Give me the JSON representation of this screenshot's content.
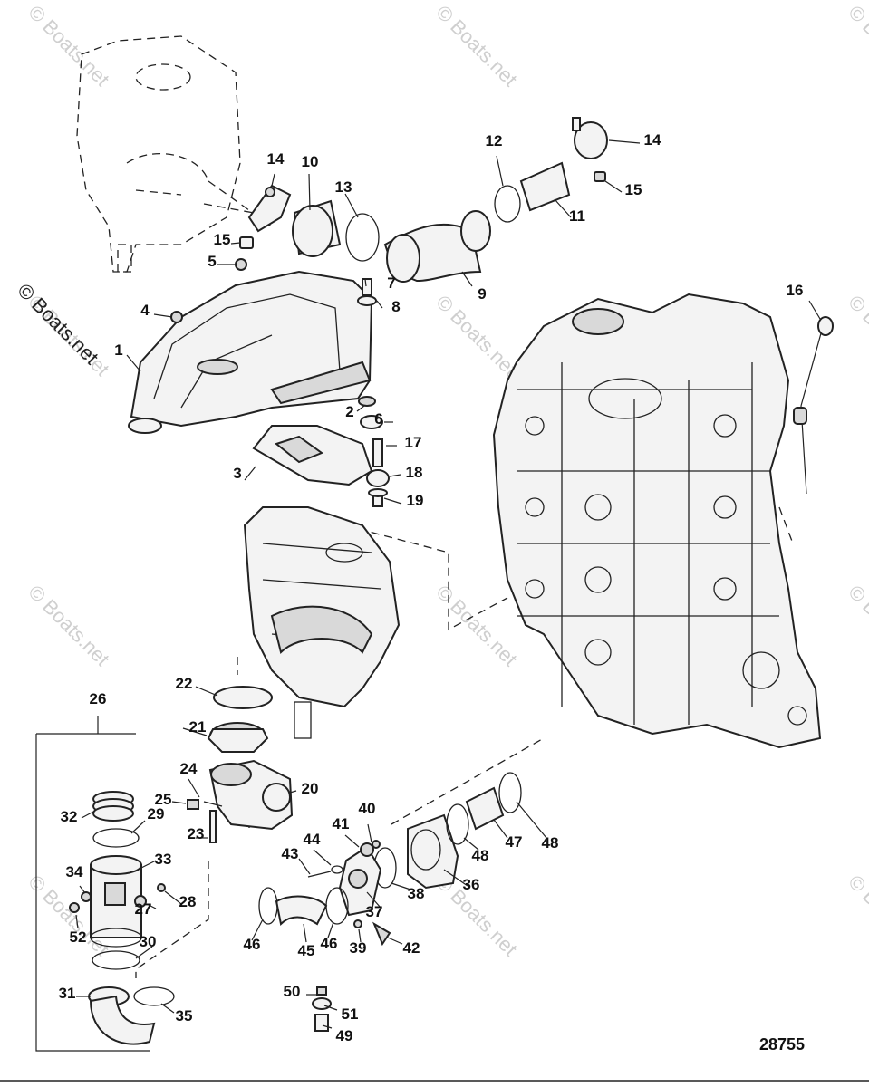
{
  "copyright": "© Boats.net",
  "watermark": "© Boats.net",
  "drawing_number": "28755",
  "callouts": [
    "1",
    "2",
    "3",
    "4",
    "5",
    "6",
    "7",
    "8",
    "9",
    "10",
    "11",
    "12",
    "13",
    "14",
    "14",
    "15",
    "15",
    "16",
    "17",
    "18",
    "19",
    "20",
    "21",
    "22",
    "23",
    "24",
    "25",
    "26",
    "27",
    "28",
    "29",
    "30",
    "31",
    "32",
    "33",
    "34",
    "35",
    "36",
    "37",
    "38",
    "39",
    "40",
    "41",
    "42",
    "43",
    "44",
    "45",
    "46",
    "46",
    "47",
    "48",
    "48",
    "49",
    "50",
    "51",
    "52"
  ]
}
